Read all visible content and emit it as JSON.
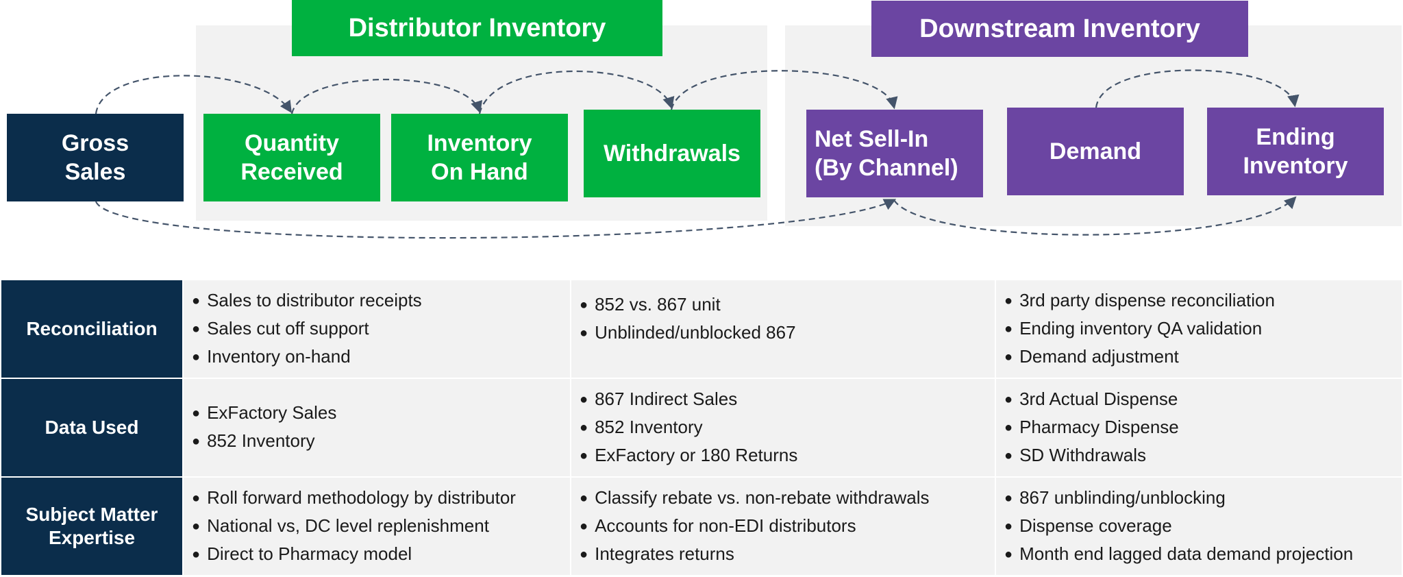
{
  "banners": {
    "distributor": "Distributor Inventory",
    "downstream": "Downstream Inventory"
  },
  "boxes": {
    "gross_sales": "Gross\nSales",
    "quantity_received": "Quantity\nReceived",
    "inventory_on_hand": "Inventory\nOn Hand",
    "withdrawals": "Withdrawals",
    "net_sell_in": "Net Sell-In\n(By Channel)",
    "demand": "Demand",
    "ending_inventory": "Ending\nInventory"
  },
  "table": {
    "rows": [
      {
        "header": "Reconciliation",
        "cols": [
          [
            "Sales to distributor receipts",
            "Sales cut off support",
            "Inventory on-hand"
          ],
          [
            "852 vs. 867 unit",
            "Unblinded/unblocked 867"
          ],
          [
            "3rd party dispense reconciliation",
            "Ending inventory QA validation",
            "Demand adjustment"
          ]
        ]
      },
      {
        "header": "Data Used",
        "cols": [
          [
            "ExFactory Sales",
            "852 Inventory"
          ],
          [
            "867 Indirect Sales",
            "852 Inventory",
            "ExFactory or 180 Returns"
          ],
          [
            "3rd Actual Dispense",
            "Pharmacy Dispense",
            "SD Withdrawals"
          ]
        ]
      },
      {
        "header": "Subject Matter\nExpertise",
        "cols": [
          [
            "Roll forward methodology by distributor",
            "National vs, DC level replenishment",
            "Direct to Pharmacy model"
          ],
          [
            "Classify rebate vs. non-rebate withdrawals",
            "Accounts for non-EDI distributors",
            "Integrates returns"
          ],
          [
            "867 unblinding/unblocking",
            "Dispense coverage",
            "Month end lagged data demand projection"
          ]
        ]
      }
    ]
  },
  "colors": {
    "green": "#00b140",
    "purple": "#6b45a2",
    "navy": "#0b2d4b",
    "panel": "#f2f2f2",
    "arrow": "#44546a"
  }
}
